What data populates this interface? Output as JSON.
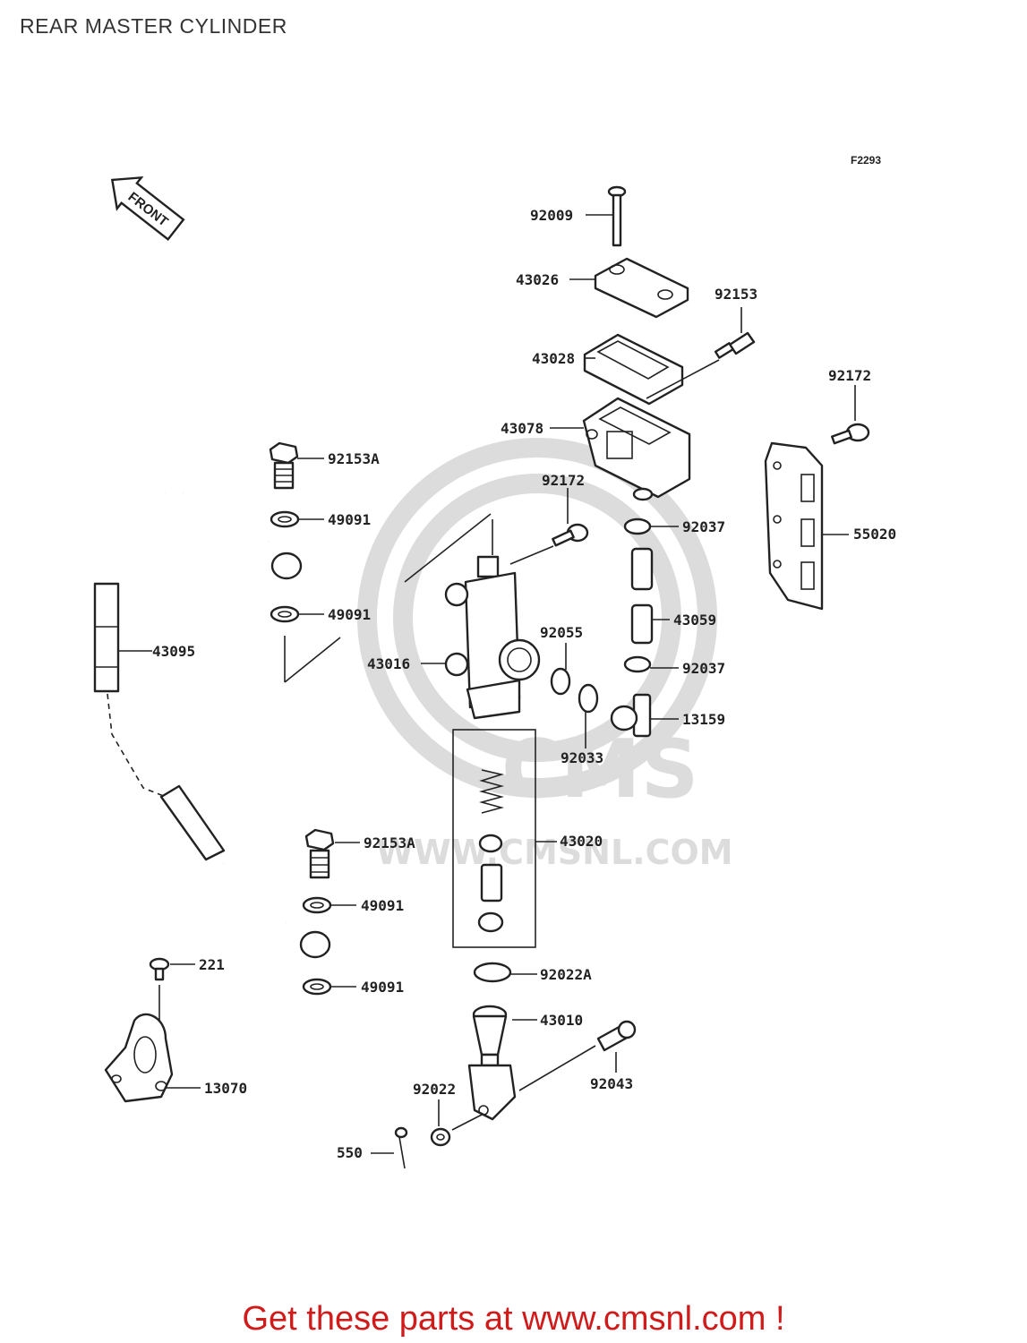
{
  "page_title": "REAR MASTER CYLINDER",
  "figure_code": "F2293",
  "front_label": "FRONT",
  "watermark": {
    "brand": "CMS",
    "site": "WWW.CMSNL.COM"
  },
  "parts": {
    "p92009": "92009",
    "p43026": "43026",
    "p92153": "92153",
    "p43028": "43028",
    "p92172_top": "92172",
    "p43078": "43078",
    "p92153A_top": "92153A",
    "p92172": "92172",
    "p92037_top": "92037",
    "p55020": "55020",
    "p49091_a": "49091",
    "p49091_b": "49091",
    "p43095": "43095",
    "p43059": "43059",
    "p92055": "92055",
    "p43016": "43016",
    "p92037_bottom": "92037",
    "p13159": "13159",
    "p92033": "92033",
    "p92153A_bottom": "92153A",
    "p43020": "43020",
    "p49091_c": "49091",
    "p221": "221",
    "p92022A": "92022A",
    "p49091_d": "49091",
    "p43010": "43010",
    "p13070": "13070",
    "p92022": "92022",
    "p92043": "92043",
    "p550": "550"
  },
  "footer": {
    "text": "Get these parts at www.cmsnl.com !",
    "color": "#d11a1a"
  }
}
